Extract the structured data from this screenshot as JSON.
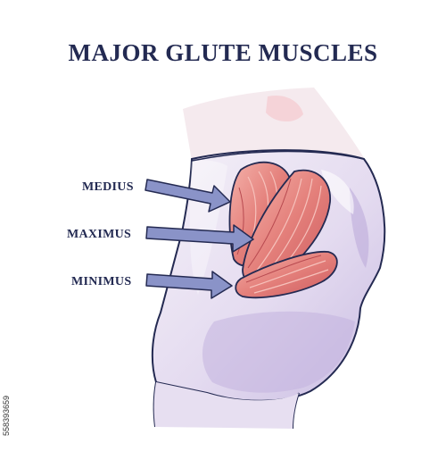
{
  "title": "MAJOR GLUTE MUSCLES",
  "labels": {
    "medius": "MEDIUS",
    "maximus": "MAXIMUS",
    "minimus": "MINIMUS"
  },
  "watermark_id": "558393659",
  "colors": {
    "title": "#232a52",
    "skin_light": "#f3eef6",
    "skin_mid": "#ddd2ec",
    "skin_shade": "#b7a7d6",
    "muscle_light": "#f2a6a0",
    "muscle_mid": "#e27b77",
    "muscle_dark": "#c9555a",
    "arrow_fill": "#8a93c8",
    "outline": "#242a52"
  }
}
